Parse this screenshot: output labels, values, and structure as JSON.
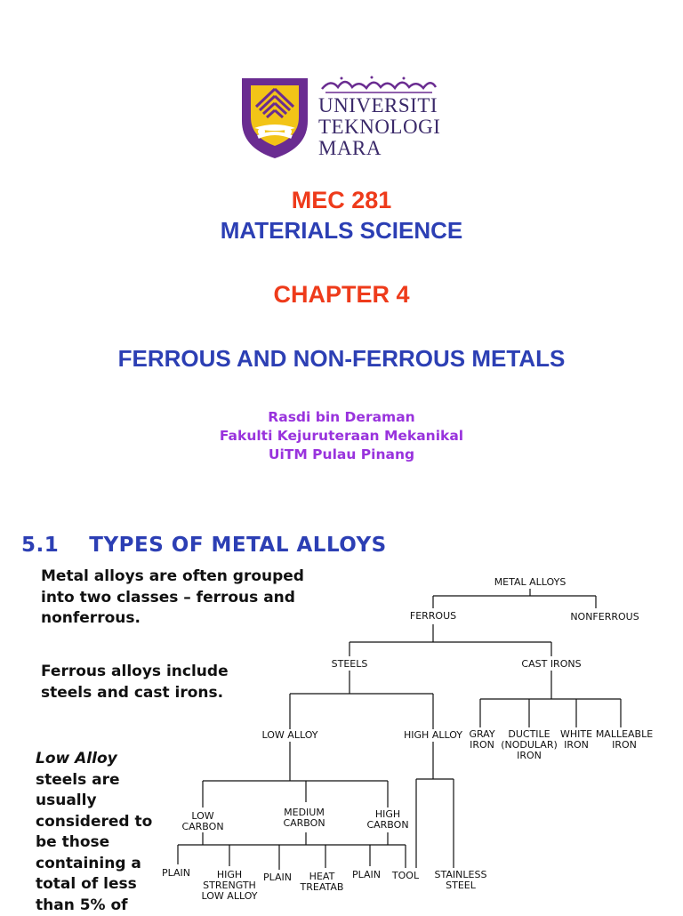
{
  "logo": {
    "line1": "UNIVERSITI",
    "line2": "TEKNOLOGI",
    "line3": "MARA",
    "colors": {
      "emblem_outer": "#6a2c91",
      "emblem_inner": "#f2c417",
      "text": "#3b2a6a"
    }
  },
  "course": {
    "code": "MEC 281",
    "name": "MATERIALS SCIENCE"
  },
  "chapter": {
    "label": "CHAPTER 4",
    "title": "FERROUS AND NON-FERROUS METALS"
  },
  "author": {
    "name": "Rasdi bin Deraman",
    "faculty": "Fakulti Kejuruteraan Mekanikal",
    "campus": "UiTM Pulau Pinang"
  },
  "section": {
    "number": "5.1",
    "title": "TYPES OF METAL ALLOYS"
  },
  "paragraphs": {
    "p1": "Metal alloys are often grouped into two classes – ferrous and nonferrous.",
    "p2": "Ferrous alloys include steels and cast irons.",
    "p3_italic": "Low Alloy",
    "p3_rest": "steels are usually considered to be those containing a total of less than 5% of"
  },
  "tree": {
    "metal_alloys": "METAL ALLOYS",
    "ferrous": "FERROUS",
    "nonferrous": "NONFERROUS",
    "steels": "STEELS",
    "cast_irons": "CAST IRONS",
    "low_alloy": "LOW ALLOY",
    "high_alloy": "HIGH ALLOY",
    "gray_iron": "GRAY\nIRON",
    "ductile_iron": "DUCTILE\n(NODULAR)\nIRON",
    "white_iron": "WHITE\nIRON",
    "malleable_iron": "MALLEABLE\nIRON",
    "low_carbon": "LOW\nCARBON",
    "medium_carbon": "MEDIUM\nCARBON",
    "high_carbon": "HIGH\nCARBON",
    "plain_1": "PLAIN",
    "hsla": "HIGH\nSTRENGTH\nLOW ALLOY",
    "plain_2": "PLAIN",
    "heat_treatable": "HEAT\nTREATAB",
    "plain_3": "PLAIN",
    "tool": "TOOL",
    "stainless": "STAINLESS\nSTEEL"
  }
}
